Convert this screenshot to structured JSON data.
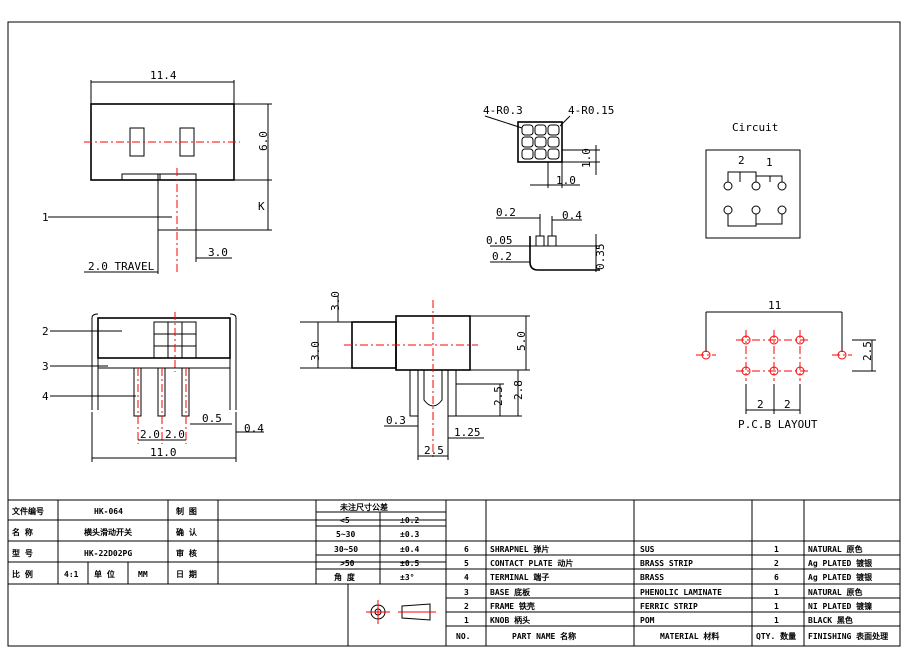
{
  "views": {
    "front": {
      "width_label": "11.4",
      "height_label": "6.0",
      "k_label": "K",
      "pin_label": "1",
      "travel_label": "2.0 TRAVEL",
      "act_label": "3.0"
    },
    "holes": {
      "left_label": "4-R0.3",
      "right_label": "4-R0.15",
      "side_label": "1.0",
      "bottom_label": "1.0"
    },
    "contact": {
      "top_left": "0.2",
      "top_right": "0.4",
      "mid": "0.05",
      "low": "0.2",
      "side": "0.35"
    },
    "circuit": {
      "title": "Circuit",
      "n2": "2",
      "n1": "1"
    },
    "bottom_view": {
      "callouts": [
        "2",
        "3",
        "4"
      ],
      "pitch_a": "2.0",
      "pitch_b": "2.0",
      "w1": "0.5",
      "w2": "0.4",
      "total": "11.0"
    },
    "side_view": {
      "top": "3.0",
      "left": "3.0",
      "right": "5.0",
      "r2": "2.5",
      "r3": "2.8",
      "b1": "0.3",
      "b2": "1.25",
      "b3": "2.5"
    },
    "pcb": {
      "span": "11",
      "vert": "2.5",
      "p1": "2",
      "p2": "2",
      "caption": "P.C.B LAYOUT"
    }
  },
  "title_block": {
    "rows": [
      {
        "label": "文件编号",
        "value": "HK-064",
        "sign": "制  图"
      },
      {
        "label": "名    称",
        "value": "横头滑动开关",
        "sign": "确  认"
      },
      {
        "label": "型    号",
        "value": "HK-22D02PG",
        "sign": "审  核"
      }
    ],
    "scale_label": "比  例",
    "scale": "4:1",
    "unit_label": "单  位",
    "unit": "MM",
    "date_label": "日  期",
    "tol_title": "未注尺寸公差",
    "tol": [
      {
        "range": "<5",
        "val": "±0.2"
      },
      {
        "range": "5~30",
        "val": "±0.3"
      },
      {
        "range": "30~50",
        "val": "±0.4"
      },
      {
        "range": ">50",
        "val": "±0.5"
      },
      {
        "range": "角  度",
        "val": "±3°"
      }
    ]
  },
  "bom": {
    "headers": [
      "NO.",
      "PART NAME 名称",
      "MATERIAL 材料",
      "QTY. 数量",
      "FINISHING 表面处理"
    ],
    "rows": [
      {
        "no": "6",
        "part": "SHRAPNEL 弹片",
        "mat": "SUS",
        "qty": "1",
        "fin": "NATURAL 原色"
      },
      {
        "no": "5",
        "part": "CONTACT PLATE 动片",
        "mat": "BRASS STRIP",
        "qty": "2",
        "fin": "Ag PLATED 镀银"
      },
      {
        "no": "4",
        "part": "TERMINAL 端子",
        "mat": "BRASS",
        "qty": "6",
        "fin": "Ag PLATED 镀银"
      },
      {
        "no": "3",
        "part": "BASE 底板",
        "mat": "PHENOLIC LAMINATE",
        "qty": "1",
        "fin": "NATURAL 原色"
      },
      {
        "no": "2",
        "part": "FRAME 铁壳",
        "mat": "FERRIC STRIP",
        "qty": "1",
        "fin": "NI PLATED 镀镍"
      },
      {
        "no": "1",
        "part": "KNOB 柄头",
        "mat": "POM",
        "qty": "1",
        "fin": "BLACK 黑色"
      }
    ]
  }
}
